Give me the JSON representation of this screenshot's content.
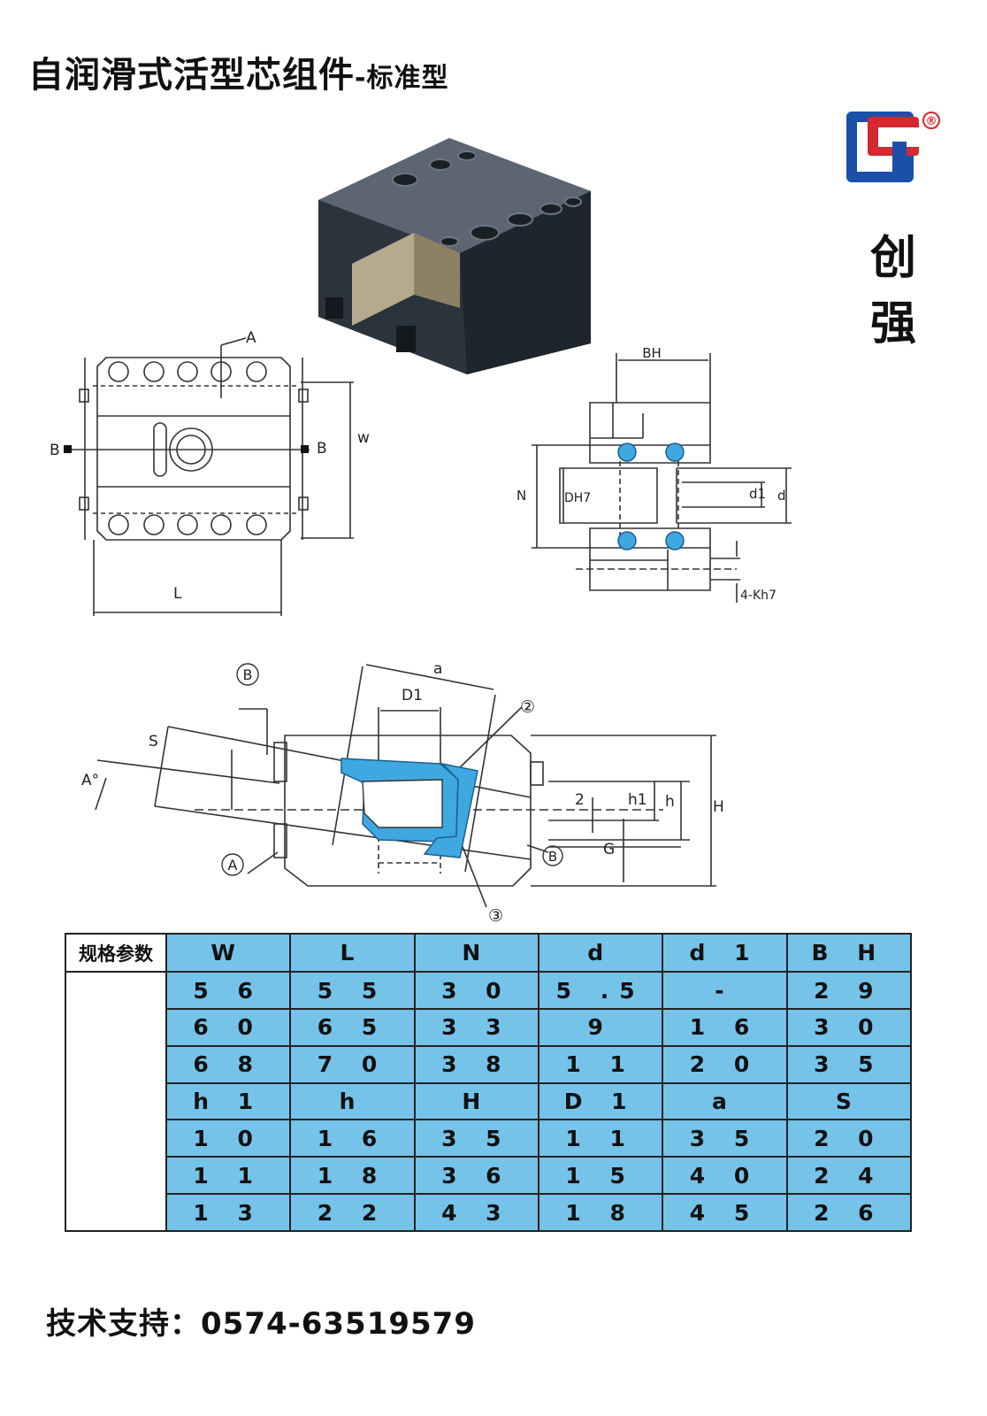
{
  "title": "自润滑式活型芯组件",
  "subtitle": "-标准型",
  "brand": {
    "chars": [
      "创",
      "强"
    ],
    "logo_mark": "CQ",
    "registered": "®"
  },
  "drawing_labels": {
    "top": {
      "A": "A",
      "B_left": "B",
      "B_right": "B",
      "W": "w",
      "L": "L"
    },
    "section": {
      "BH": "BH",
      "N": "N",
      "DH7": "DH7",
      "d1": "d1",
      "d": "d",
      "K": "4-Kh7"
    },
    "side": {
      "B_circle": "B",
      "a": "a",
      "D1": "D1",
      "n2": "②",
      "S": "S",
      "A_deg": "A°",
      "two": "2",
      "h1": "h1",
      "h": "h",
      "H": "H",
      "G": "G",
      "A_circle": "A",
      "B_circle2": "B",
      "n3": "③"
    }
  },
  "table": {
    "label": "规格参数",
    "header1": [
      "W",
      "L",
      "N",
      "d",
      "d 1",
      "B H"
    ],
    "rows1": [
      [
        "5 6",
        "5 5",
        "3 0",
        "5 .5",
        "-",
        "2 9"
      ],
      [
        "6 0",
        "6 5",
        "3 3",
        "9",
        "1 6",
        "3 0"
      ],
      [
        "6 8",
        "7 0",
        "3 8",
        "1 1",
        "2 0",
        "3 5"
      ]
    ],
    "header2": [
      "h 1",
      "h",
      "H",
      "D 1",
      "a",
      "S"
    ],
    "rows2": [
      [
        "1 0",
        "1 6",
        "3 5",
        "1 1",
        "3 5",
        "2 0"
      ],
      [
        "1 1",
        "1 8",
        "3 6",
        "1 5",
        "4 0",
        "2 4"
      ],
      [
        "1 3",
        "2 2",
        "4 3",
        "1 8",
        "4 5",
        "2 6"
      ]
    ]
  },
  "footer": "技术支持：0574-63519579",
  "colors": {
    "cell": "#76c3ea",
    "logo_blue": "#1b4fa8",
    "logo_red": "#d5282f",
    "part": "#2b333c"
  }
}
